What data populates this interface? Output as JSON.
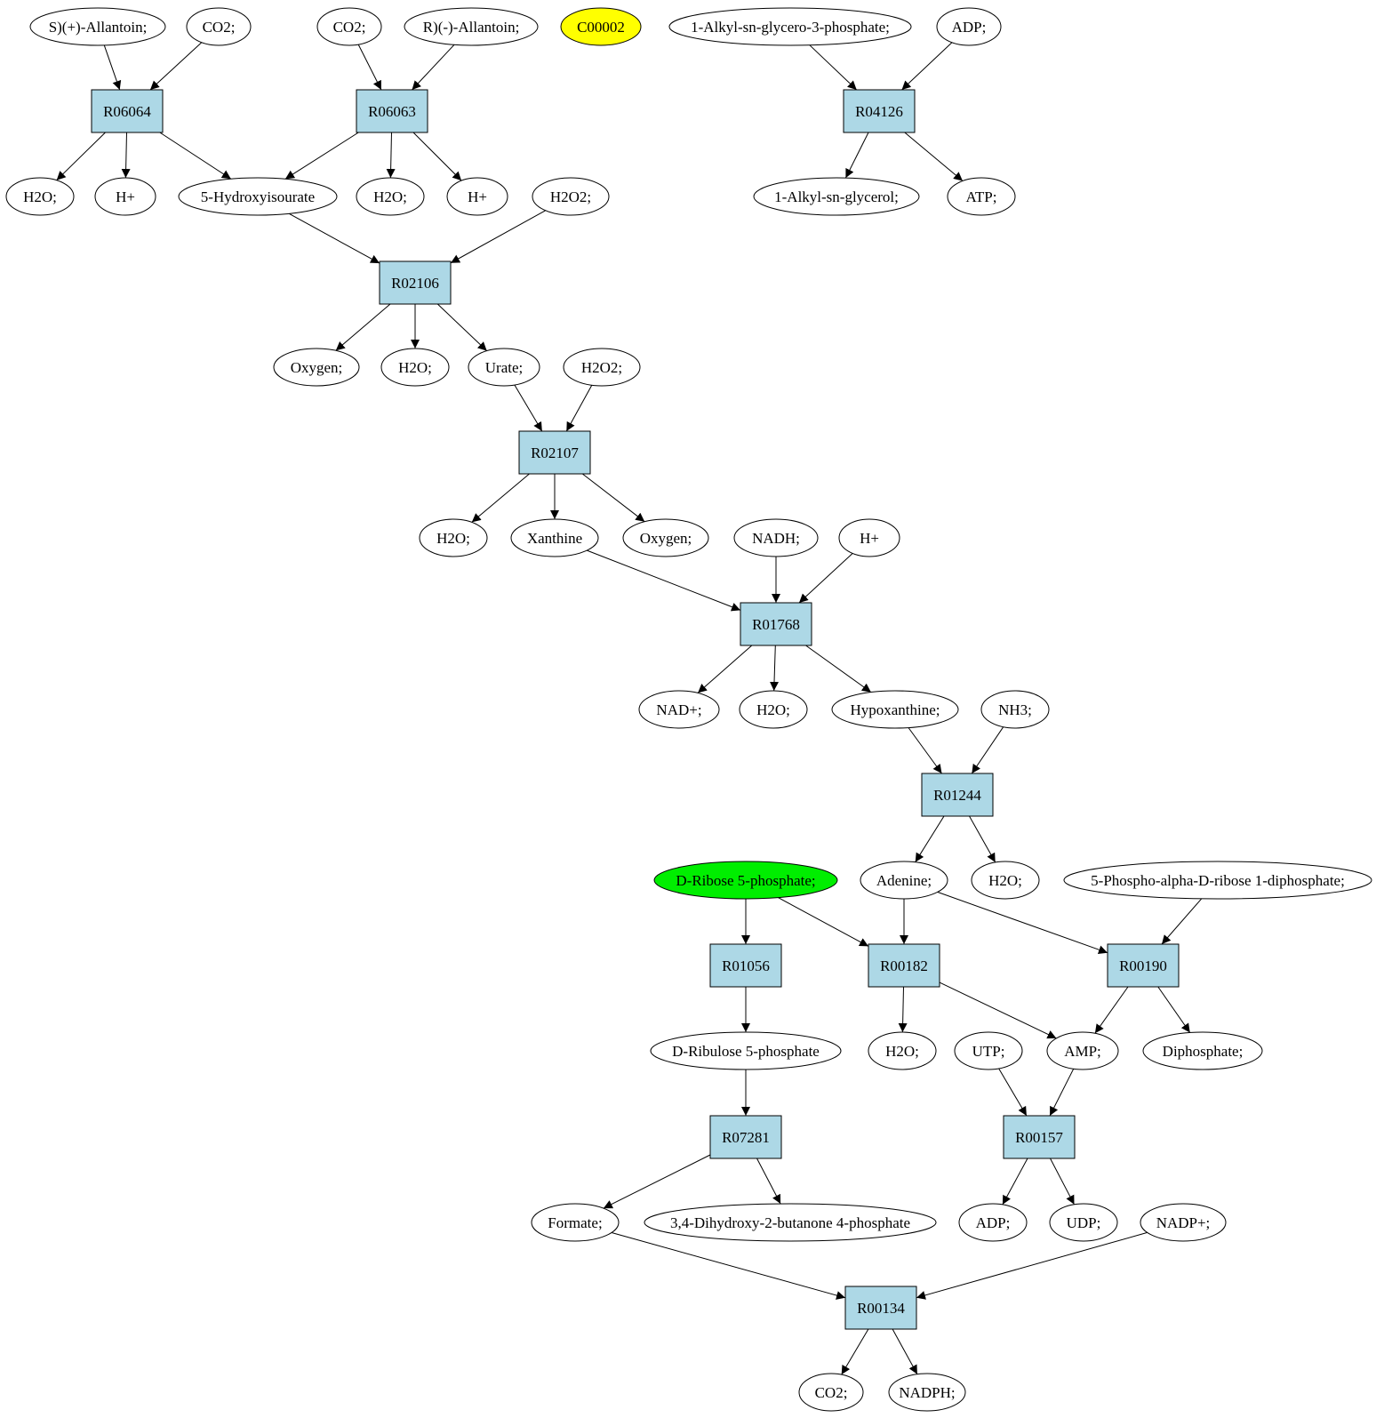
{
  "colors": {
    "reaction_fill": "#add8e6",
    "compound_fill": "#ffffff",
    "highlight_yellow": "#ffff00",
    "highlight_green": "#00ee00",
    "stroke": "#000000"
  },
  "nodes": [
    {
      "id": "c1",
      "label": "S)(+)-Allantoin;",
      "type": "compound"
    },
    {
      "id": "c2",
      "label": "CO2;",
      "type": "compound"
    },
    {
      "id": "c3",
      "label": "CO2;",
      "type": "compound"
    },
    {
      "id": "c4",
      "label": "R)(-)-Allantoin;",
      "type": "compound"
    },
    {
      "id": "c5",
      "label": "C00002",
      "type": "compound",
      "highlight": "yellow"
    },
    {
      "id": "c6",
      "label": "1-Alkyl-sn-glycero-3-phosphate;",
      "type": "compound"
    },
    {
      "id": "c7",
      "label": "ADP;",
      "type": "compound"
    },
    {
      "id": "r1",
      "label": "R06064",
      "type": "reaction"
    },
    {
      "id": "r2",
      "label": "R06063",
      "type": "reaction"
    },
    {
      "id": "r3",
      "label": "R04126",
      "type": "reaction"
    },
    {
      "id": "c8",
      "label": "H2O;",
      "type": "compound"
    },
    {
      "id": "c9",
      "label": "H+",
      "type": "compound"
    },
    {
      "id": "c10",
      "label": "5-Hydroxyisourate",
      "type": "compound"
    },
    {
      "id": "c11",
      "label": "H2O;",
      "type": "compound"
    },
    {
      "id": "c12",
      "label": "H+",
      "type": "compound"
    },
    {
      "id": "c13",
      "label": "H2O2;",
      "type": "compound"
    },
    {
      "id": "c14",
      "label": "1-Alkyl-sn-glycerol;",
      "type": "compound"
    },
    {
      "id": "c15",
      "label": "ATP;",
      "type": "compound"
    },
    {
      "id": "r4",
      "label": "R02106",
      "type": "reaction"
    },
    {
      "id": "c16",
      "label": "Oxygen;",
      "type": "compound"
    },
    {
      "id": "c17",
      "label": "H2O;",
      "type": "compound"
    },
    {
      "id": "c18",
      "label": "Urate;",
      "type": "compound"
    },
    {
      "id": "c19",
      "label": "H2O2;",
      "type": "compound"
    },
    {
      "id": "r5",
      "label": "R02107",
      "type": "reaction"
    },
    {
      "id": "c20",
      "label": "H2O;",
      "type": "compound"
    },
    {
      "id": "c21",
      "label": "Xanthine",
      "type": "compound"
    },
    {
      "id": "c22",
      "label": "Oxygen;",
      "type": "compound"
    },
    {
      "id": "c23",
      "label": "NADH;",
      "type": "compound"
    },
    {
      "id": "c24",
      "label": "H+",
      "type": "compound"
    },
    {
      "id": "r6",
      "label": "R01768",
      "type": "reaction"
    },
    {
      "id": "c25",
      "label": "NAD+;",
      "type": "compound"
    },
    {
      "id": "c26",
      "label": "H2O;",
      "type": "compound"
    },
    {
      "id": "c27",
      "label": "Hypoxanthine;",
      "type": "compound"
    },
    {
      "id": "c28",
      "label": "NH3;",
      "type": "compound"
    },
    {
      "id": "r7",
      "label": "R01244",
      "type": "reaction"
    },
    {
      "id": "c29",
      "label": "D-Ribose 5-phosphate;",
      "type": "compound",
      "highlight": "green"
    },
    {
      "id": "c30",
      "label": "Adenine;",
      "type": "compound"
    },
    {
      "id": "c31",
      "label": "H2O;",
      "type": "compound"
    },
    {
      "id": "c32",
      "label": "5-Phospho-alpha-D-ribose 1-diphosphate;",
      "type": "compound"
    },
    {
      "id": "r8",
      "label": "R01056",
      "type": "reaction"
    },
    {
      "id": "r9",
      "label": "R00182",
      "type": "reaction"
    },
    {
      "id": "r10",
      "label": "R00190",
      "type": "reaction"
    },
    {
      "id": "c33",
      "label": "D-Ribulose 5-phosphate",
      "type": "compound"
    },
    {
      "id": "c34",
      "label": "H2O;",
      "type": "compound"
    },
    {
      "id": "c35",
      "label": "UTP;",
      "type": "compound"
    },
    {
      "id": "c36",
      "label": "AMP;",
      "type": "compound"
    },
    {
      "id": "c37",
      "label": "Diphosphate;",
      "type": "compound"
    },
    {
      "id": "r11",
      "label": "R07281",
      "type": "reaction"
    },
    {
      "id": "r12",
      "label": "R00157",
      "type": "reaction"
    },
    {
      "id": "c38",
      "label": "Formate;",
      "type": "compound"
    },
    {
      "id": "c39",
      "label": "3,4-Dihydroxy-2-butanone 4-phosphate",
      "type": "compound"
    },
    {
      "id": "c40",
      "label": "ADP;",
      "type": "compound"
    },
    {
      "id": "c41",
      "label": "UDP;",
      "type": "compound"
    },
    {
      "id": "c42",
      "label": "NADP+;",
      "type": "compound"
    },
    {
      "id": "r13",
      "label": "R00134",
      "type": "reaction"
    },
    {
      "id": "c43",
      "label": "CO2;",
      "type": "compound"
    },
    {
      "id": "c44",
      "label": "NADPH;",
      "type": "compound"
    }
  ],
  "edges": [
    [
      "c1",
      "r1"
    ],
    [
      "c2",
      "r1"
    ],
    [
      "c3",
      "r2"
    ],
    [
      "c4",
      "r2"
    ],
    [
      "c6",
      "r3"
    ],
    [
      "c7",
      "r3"
    ],
    [
      "r1",
      "c8"
    ],
    [
      "r1",
      "c9"
    ],
    [
      "r1",
      "c10"
    ],
    [
      "r2",
      "c10"
    ],
    [
      "r2",
      "c11"
    ],
    [
      "r2",
      "c12"
    ],
    [
      "r3",
      "c14"
    ],
    [
      "r3",
      "c15"
    ],
    [
      "c10",
      "r4"
    ],
    [
      "c13",
      "r4"
    ],
    [
      "r4",
      "c16"
    ],
    [
      "r4",
      "c17"
    ],
    [
      "r4",
      "c18"
    ],
    [
      "c18",
      "r5"
    ],
    [
      "c19",
      "r5"
    ],
    [
      "r5",
      "c20"
    ],
    [
      "r5",
      "c21"
    ],
    [
      "r5",
      "c22"
    ],
    [
      "c21",
      "r6"
    ],
    [
      "c23",
      "r6"
    ],
    [
      "c24",
      "r6"
    ],
    [
      "r6",
      "c25"
    ],
    [
      "r6",
      "c26"
    ],
    [
      "r6",
      "c27"
    ],
    [
      "c27",
      "r7"
    ],
    [
      "c28",
      "r7"
    ],
    [
      "r7",
      "c30"
    ],
    [
      "r7",
      "c31"
    ],
    [
      "c29",
      "r8"
    ],
    [
      "c29",
      "r9"
    ],
    [
      "c30",
      "r9"
    ],
    [
      "c30",
      "r10"
    ],
    [
      "c32",
      "r10"
    ],
    [
      "r8",
      "c33"
    ],
    [
      "r9",
      "c34"
    ],
    [
      "r9",
      "c36"
    ],
    [
      "r10",
      "c36"
    ],
    [
      "r10",
      "c37"
    ],
    [
      "c33",
      "r11"
    ],
    [
      "c35",
      "r12"
    ],
    [
      "c36",
      "r12"
    ],
    [
      "r11",
      "c38"
    ],
    [
      "r11",
      "c39"
    ],
    [
      "r12",
      "c40"
    ],
    [
      "r12",
      "c41"
    ],
    [
      "c38",
      "r13"
    ],
    [
      "c42",
      "r13"
    ],
    [
      "r13",
      "c43"
    ],
    [
      "r13",
      "c44"
    ]
  ]
}
